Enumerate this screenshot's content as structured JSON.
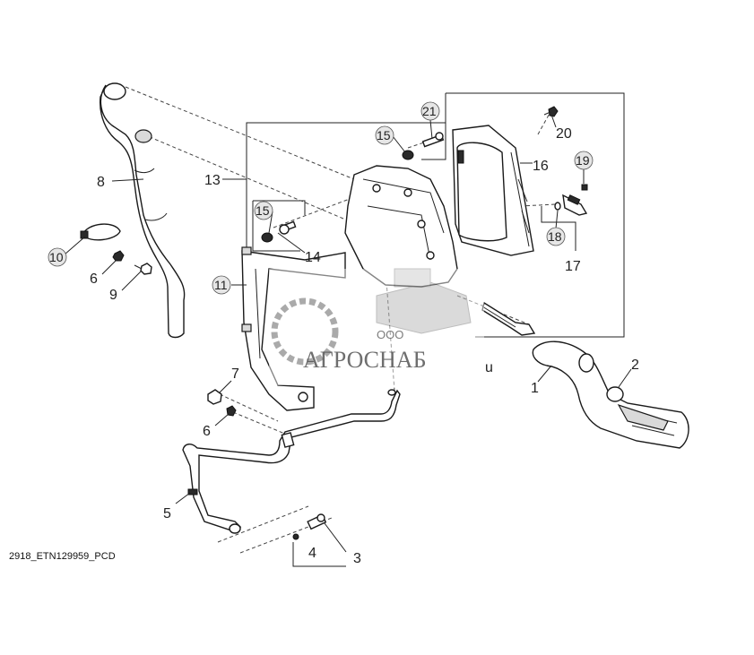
{
  "figure_code": "2918_ETN129959_PCD",
  "callouts": {
    "c1": "1",
    "c2": "2",
    "c3": "3",
    "c4": "4",
    "c5": "5",
    "c6a": "6",
    "c6b": "6",
    "c7": "7",
    "c8": "8",
    "c9": "9",
    "c10": "10",
    "c11": "11",
    "c13": "13",
    "c14": "14",
    "c15a": "15",
    "c15b": "15",
    "c16": "16",
    "c17": "17",
    "c18": "18",
    "c19": "19",
    "c20": "20",
    "c21": "21"
  },
  "watermark": {
    "company_prefix": "ООО",
    "company_name": "АГРОСНАБ",
    "suffix": "u"
  },
  "colors": {
    "line": "#1a1a1a",
    "bubble": "#e6e6e6",
    "watermark": "#555555"
  }
}
